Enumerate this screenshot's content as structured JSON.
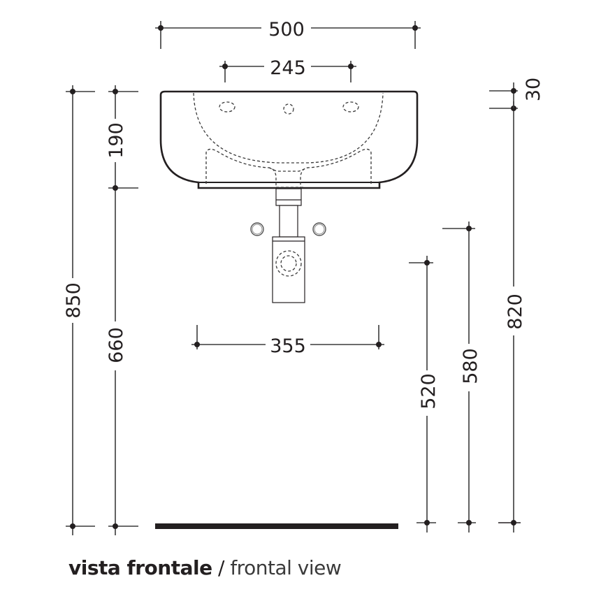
{
  "drawing": {
    "view_label_it": "vista frontale",
    "view_separator": "/",
    "view_label_en": "frontal view",
    "line_color": "#231f20"
  },
  "dimensions": {
    "width_overall": "500",
    "tap_hole_spacing": "245",
    "fixing_width": "355",
    "basin_depth": "190",
    "underside_height": "660",
    "total_height": "850",
    "rim_thickness": "30",
    "rim_height": "820",
    "fixing_height": "580",
    "waste_height": "520"
  }
}
